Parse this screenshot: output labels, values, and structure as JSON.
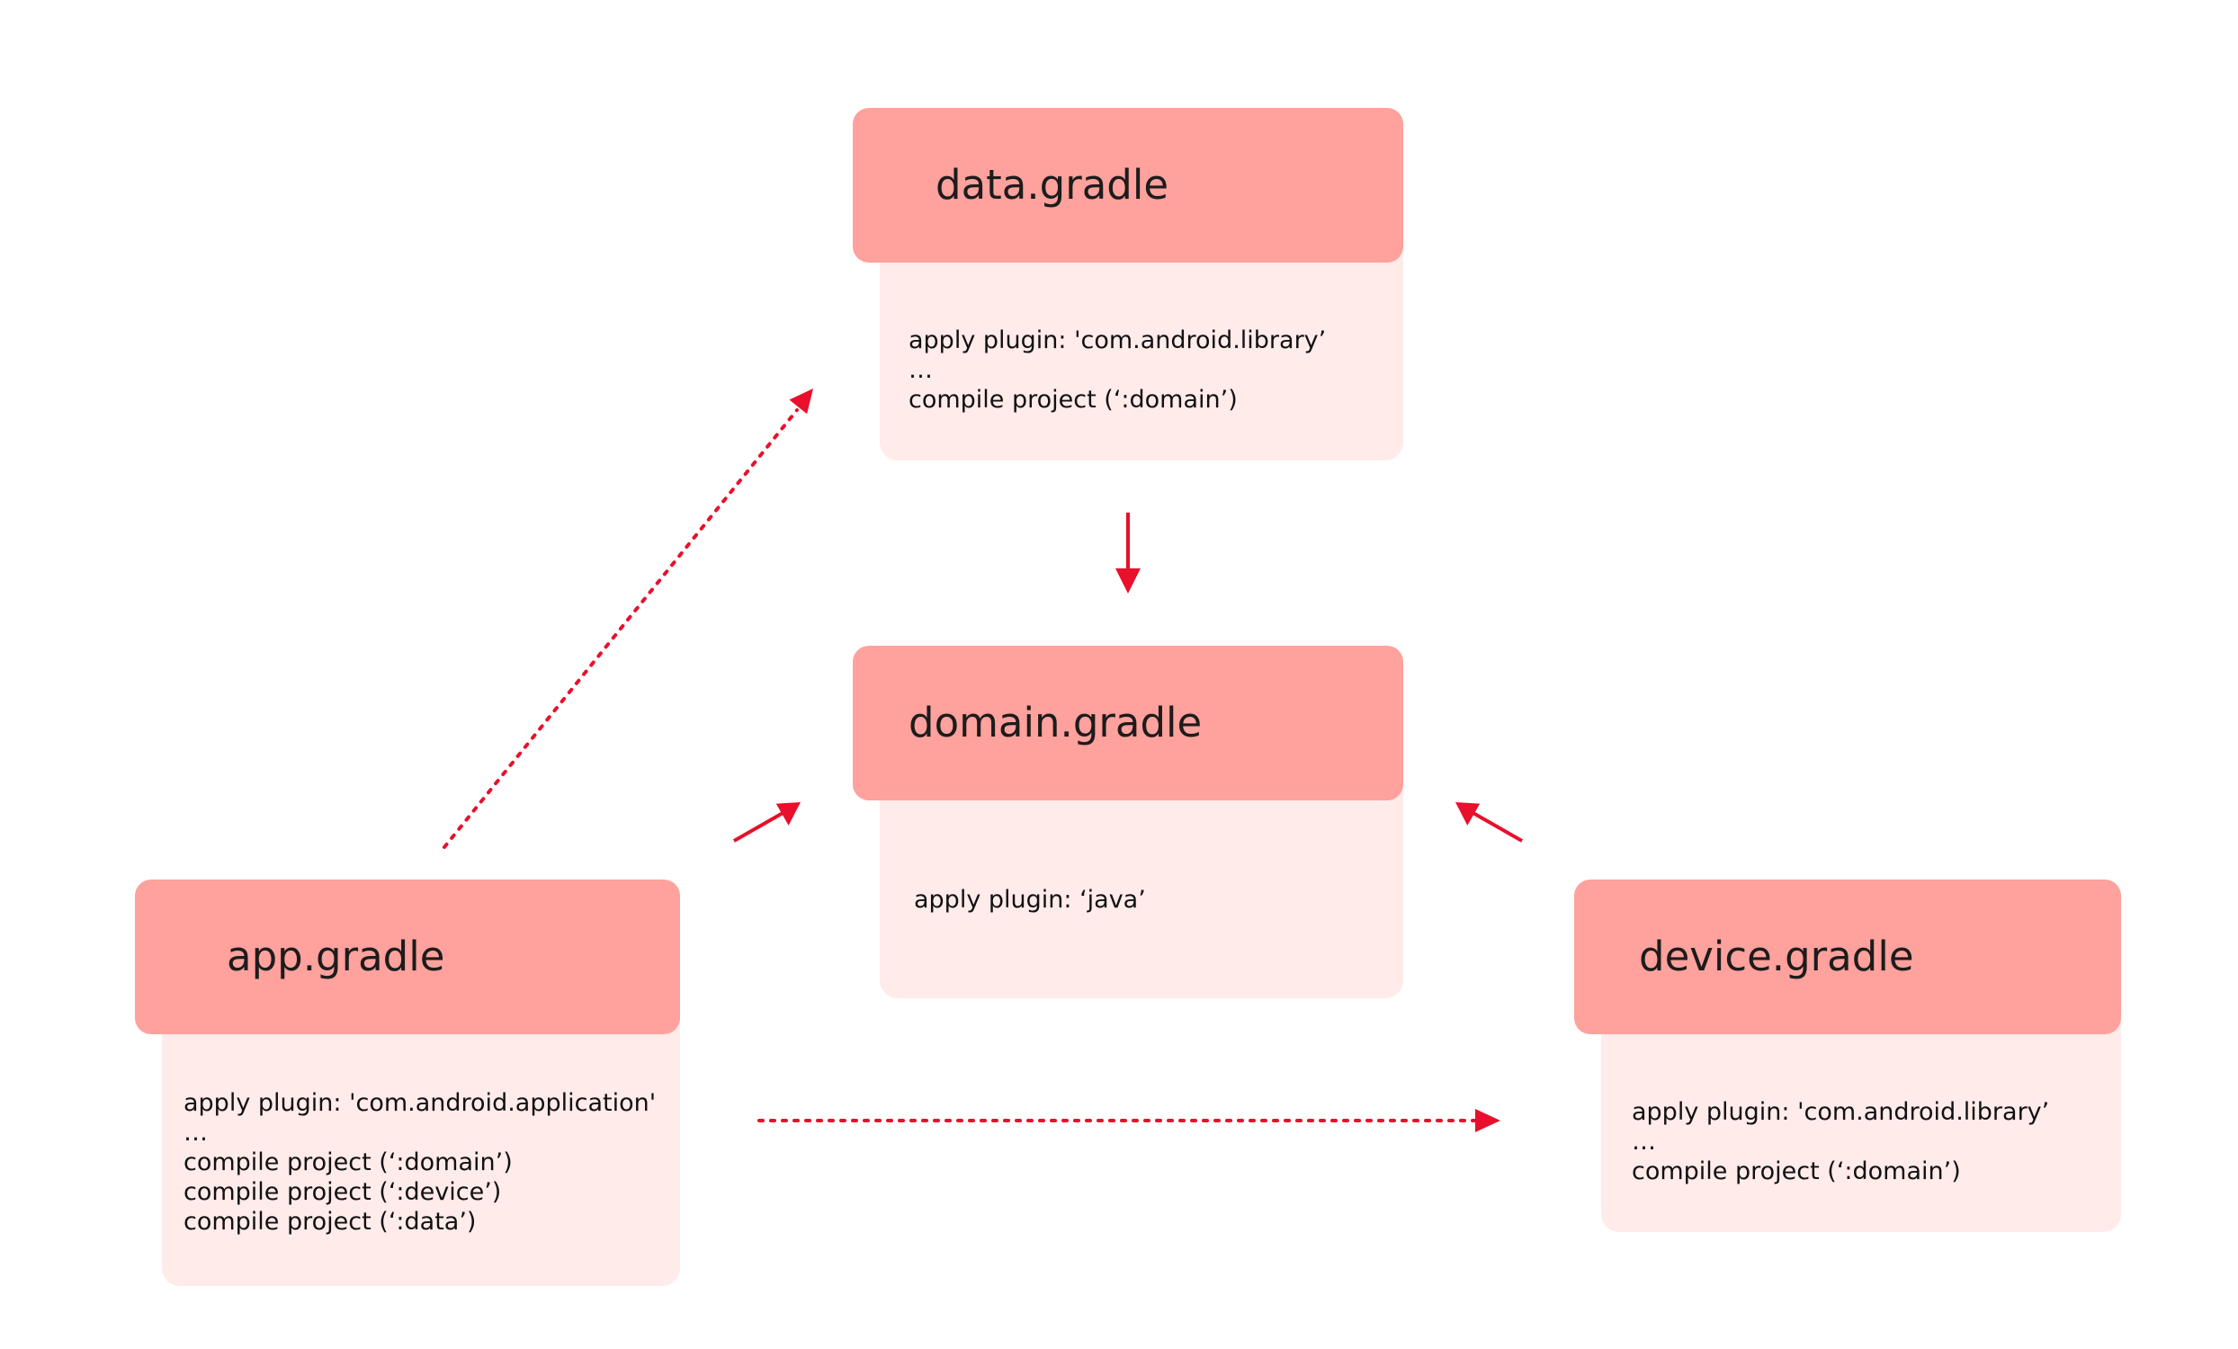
{
  "colors": {
    "header": "#ffa19c",
    "body": "#ffebea",
    "arrow": "#e8102c"
  },
  "modules": {
    "data": {
      "title": "data.gradle",
      "lines": [
        "apply plugin: 'com.android.library’",
        "…",
        "compile project (‘:domain’)"
      ]
    },
    "domain": {
      "title": "domain.gradle",
      "lines": [
        "apply plugin: ‘java’"
      ]
    },
    "app": {
      "title": "app.gradle",
      "lines": [
        "apply plugin: 'com.android.application'",
        "…",
        "compile project (‘:domain’)",
        "compile project (‘:device’)",
        "compile project (‘:data’)"
      ]
    },
    "device": {
      "title": "device.gradle",
      "lines": [
        "apply plugin: 'com.android.library’",
        "…",
        "compile project (‘:domain’)"
      ]
    }
  },
  "edges": [
    {
      "from": "data",
      "to": "domain",
      "style": "solid"
    },
    {
      "from": "app",
      "to": "domain",
      "style": "solid"
    },
    {
      "from": "device",
      "to": "domain",
      "style": "solid"
    },
    {
      "from": "app",
      "to": "data",
      "style": "dotted"
    },
    {
      "from": "app",
      "to": "device",
      "style": "dotted"
    }
  ]
}
